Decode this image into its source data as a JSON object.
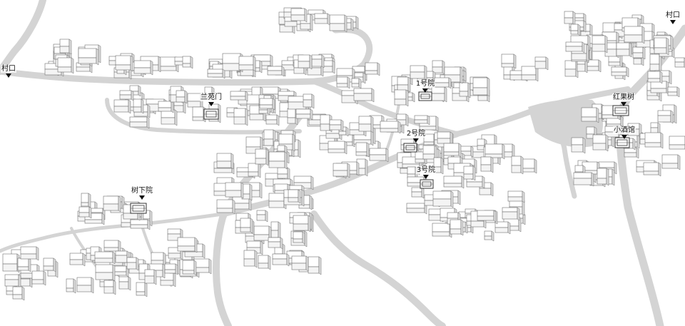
{
  "map": {
    "colors": {
      "road": "#d4d4d4",
      "building_top": "#ffffff",
      "building_side": "#dcdcdc",
      "building_stroke": "#6f6f6f",
      "marker": "#111111"
    },
    "markers": [
      {
        "id": "village-entrance-west",
        "label": "村口"
      },
      {
        "id": "village-entrance-northeast",
        "label": "村口"
      },
      {
        "id": "lanyuanmen",
        "label": "兰苑门"
      },
      {
        "id": "courtyard-1",
        "label": "1号院"
      },
      {
        "id": "courtyard-2",
        "label": "2号院"
      },
      {
        "id": "courtyard-3",
        "label": "3号院"
      },
      {
        "id": "hongguoshu",
        "label": "红果树"
      },
      {
        "id": "small-tavern",
        "label": "小酒馆"
      },
      {
        "id": "shuxiayuan",
        "label": "树下院"
      }
    ]
  }
}
